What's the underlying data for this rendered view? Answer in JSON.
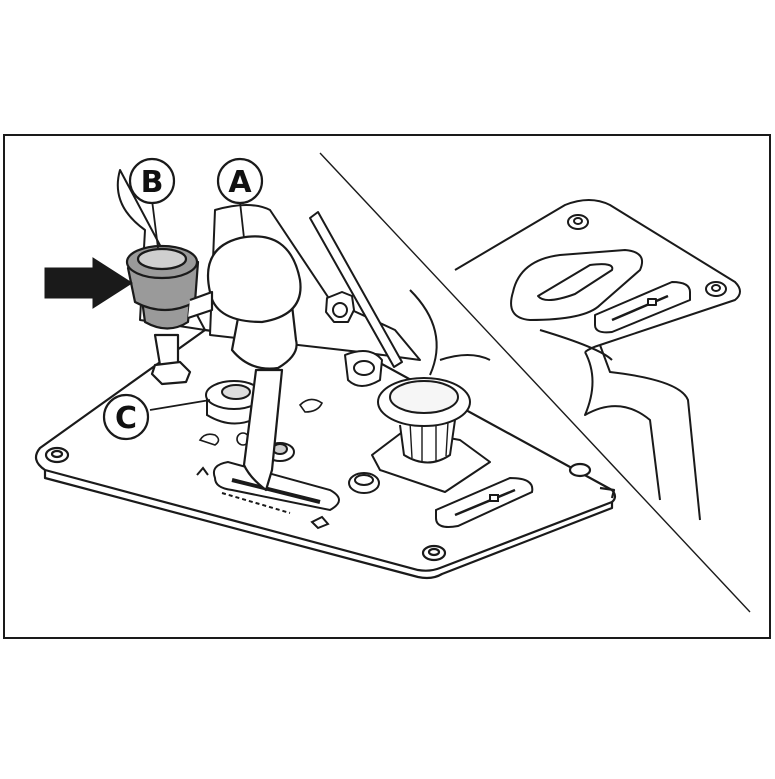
{
  "callouts": {
    "a": "A",
    "b": "B",
    "c": "C"
  },
  "colors": {
    "line": "#1a1a1a",
    "panel_fill": "#ffffff",
    "knob_gray": "#9a9a9a",
    "knob_light": "#cfcfcf",
    "arrow": "#1a1a1a"
  },
  "icons": {
    "arrow": "pointer-arrow-icon",
    "choke": "choke-symbol-icon",
    "speed_slow": "tortoise-icon",
    "speed_fast": "hare-icon"
  }
}
